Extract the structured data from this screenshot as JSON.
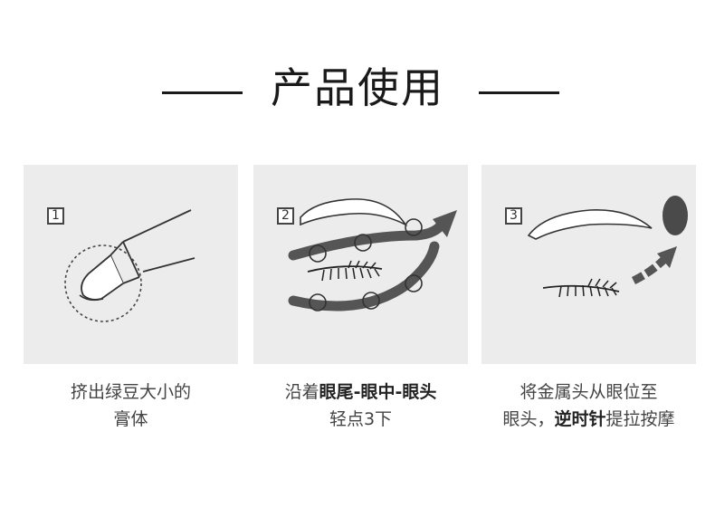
{
  "header": {
    "title": "产品使用"
  },
  "steps": [
    {
      "number": "1",
      "caption_line1": "挤出绿豆大小的",
      "caption_line2": "膏体",
      "icon": "applicator-tip-icon"
    },
    {
      "number": "2",
      "caption_line1_prefix": "沿着",
      "caption_line1_bold": "眼尾-眼中-眼头",
      "caption_line2": "轻点3下",
      "icon": "eye-dot-points-icon"
    },
    {
      "number": "3",
      "caption_line1": "将金属头从眼位至",
      "caption_line2_prefix": "眼头，",
      "caption_line2_bold": "逆时针",
      "caption_line2_suffix": "提拉按摩",
      "icon": "eye-massage-icon"
    }
  ],
  "colors": {
    "panel_bg": "#ececec",
    "arrow": "#555555",
    "line": "#1a1a1a"
  }
}
